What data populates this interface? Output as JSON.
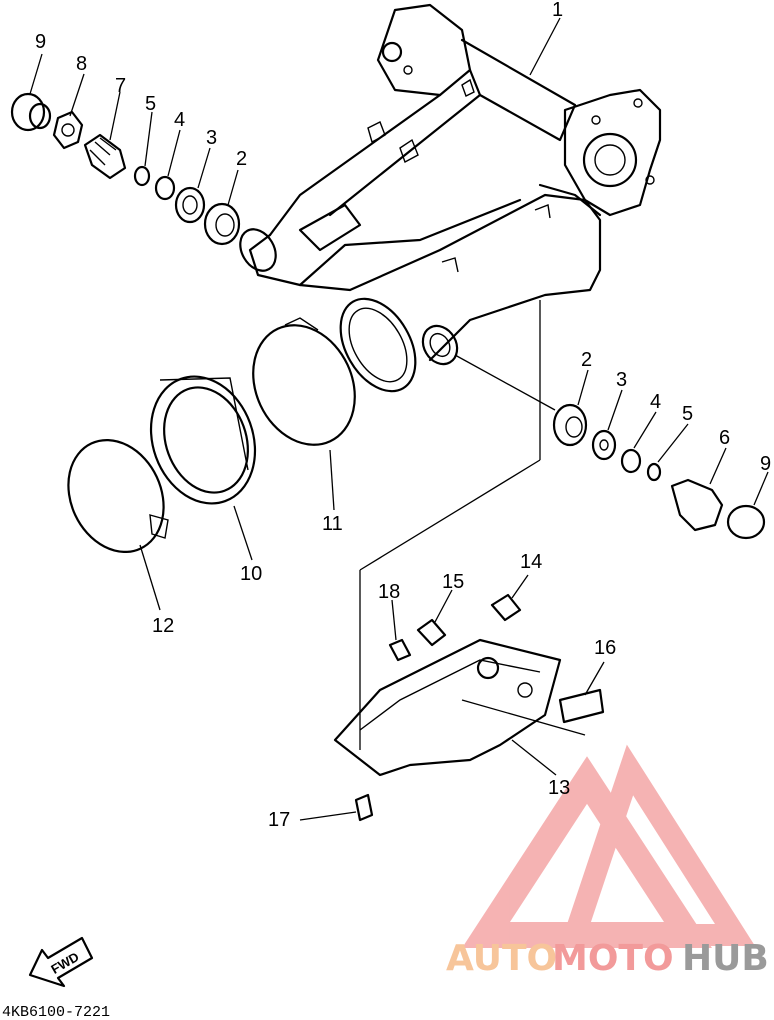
{
  "diagram": {
    "part_code": "4KB6100-7221",
    "fwd_label": "FWD",
    "callouts": [
      {
        "id": "c1",
        "label": "1"
      },
      {
        "id": "c2a",
        "label": "2"
      },
      {
        "id": "c3a",
        "label": "3"
      },
      {
        "id": "c4a",
        "label": "4"
      },
      {
        "id": "c5a",
        "label": "5"
      },
      {
        "id": "c7",
        "label": "7"
      },
      {
        "id": "c8",
        "label": "8"
      },
      {
        "id": "c9a",
        "label": "9"
      },
      {
        "id": "c2b",
        "label": "2"
      },
      {
        "id": "c3b",
        "label": "3"
      },
      {
        "id": "c4b",
        "label": "4"
      },
      {
        "id": "c5b",
        "label": "5"
      },
      {
        "id": "c6",
        "label": "6"
      },
      {
        "id": "c9b",
        "label": "9"
      },
      {
        "id": "c10",
        "label": "10"
      },
      {
        "id": "c11",
        "label": "11"
      },
      {
        "id": "c12",
        "label": "12"
      },
      {
        "id": "c13",
        "label": "13"
      },
      {
        "id": "c14",
        "label": "14"
      },
      {
        "id": "c15",
        "label": "15"
      },
      {
        "id": "c16",
        "label": "16"
      },
      {
        "id": "c17",
        "label": "17"
      },
      {
        "id": "c18",
        "label": "18"
      }
    ]
  },
  "watermark": {
    "part_auto": "AUTO",
    "part_moto": "MOTO",
    "part_hub": "HUB",
    "colors": {
      "auto": "#f7c59a",
      "moto": "#f29a9a",
      "hub": "#9a9a9a",
      "logo": "#f4a6a6"
    }
  }
}
